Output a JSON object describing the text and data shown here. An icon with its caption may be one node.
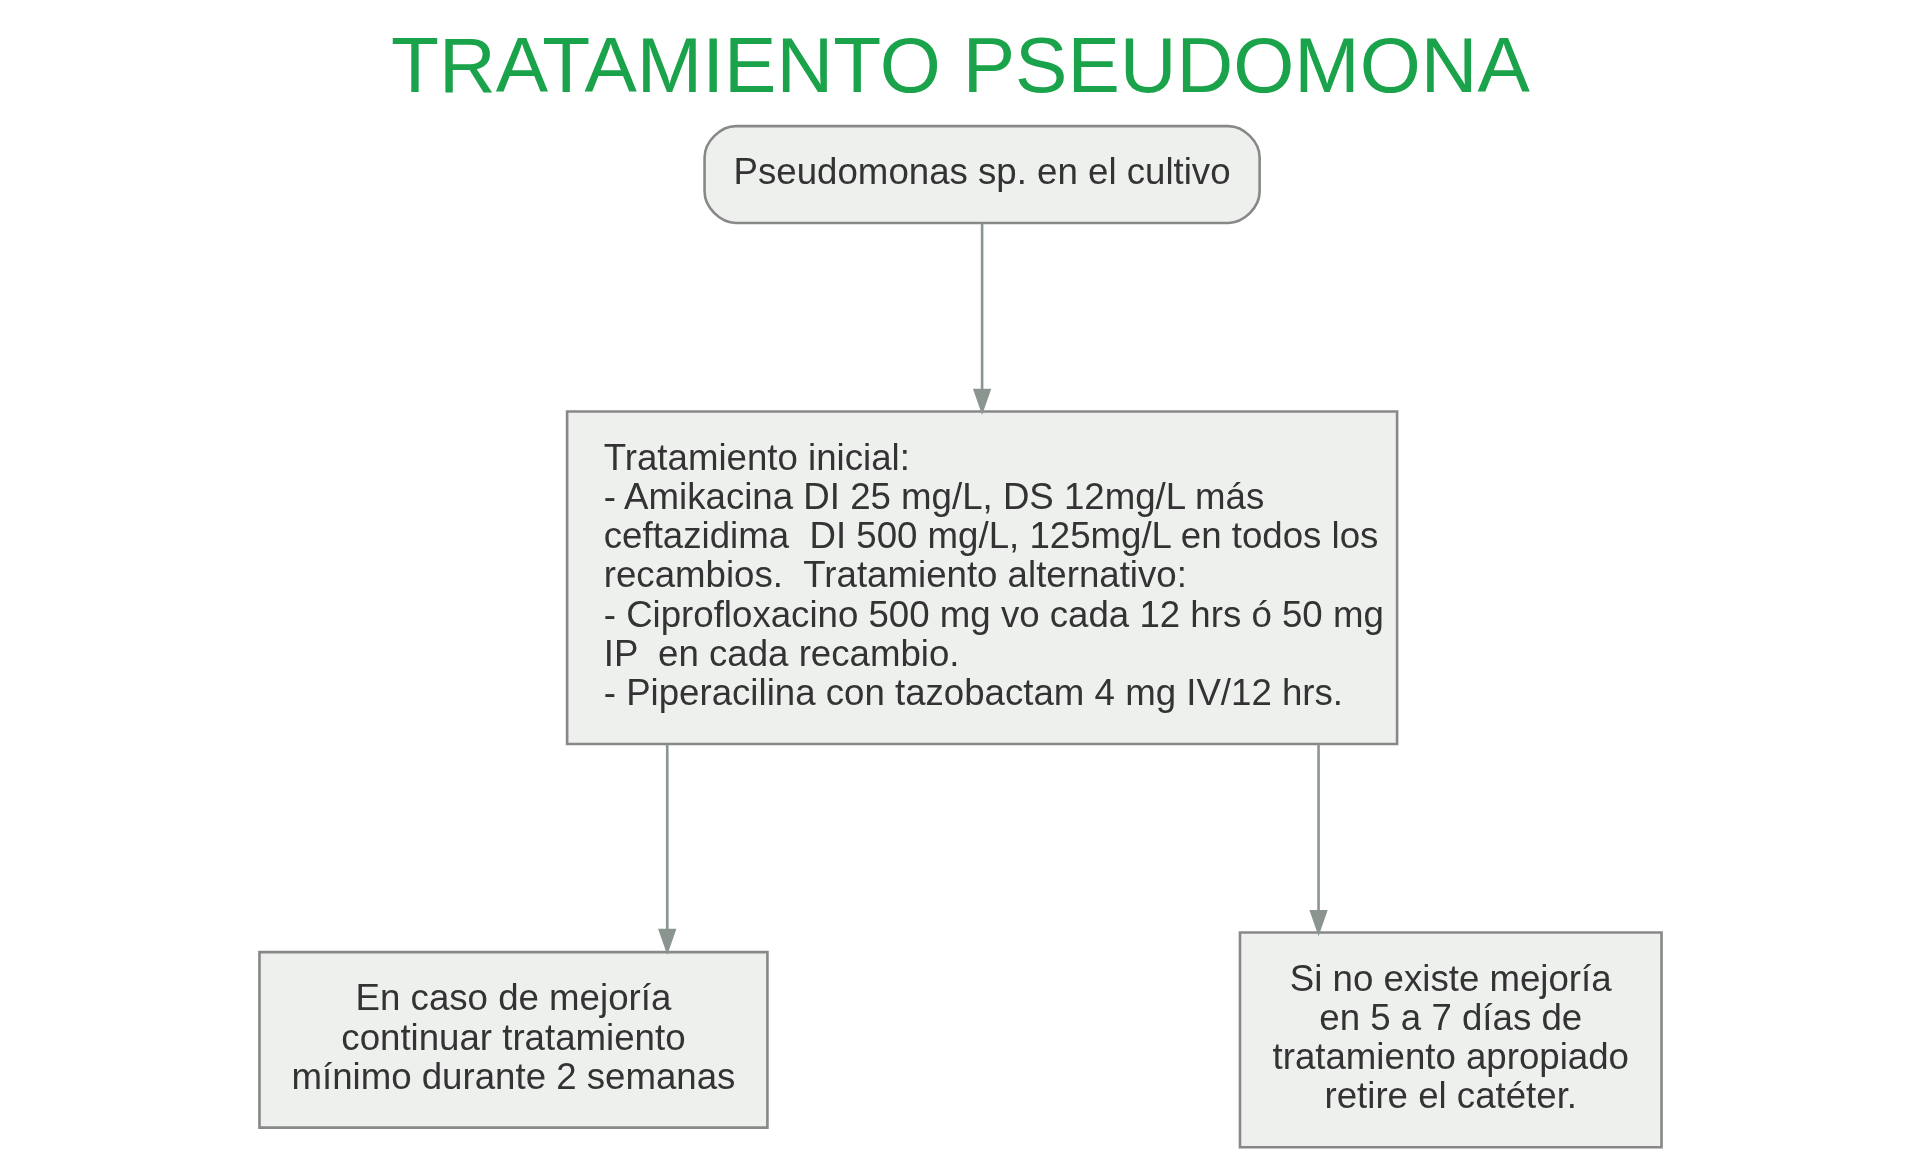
{
  "diagram": {
    "title": "TRATAMIENTO PSEUDOMONA",
    "nodes": [
      {
        "text": [
          "Pseudomonas sp. en el cultivo"
        ]
      },
      {
        "text": [
          "Tratamiento inicial: - Amikacina DI 25 mg/L, DS 12mg/L más ceftazidima  DI 500 mg/L, 125mg/L en todos los recambios.  Tratamiento alternativo: - Ciprofloxacino 500 mg vo cada 12 hrs ó 50 mg IP  en cada recambio. - Piperacilina con tazobactam 4 mg IV/12 hrs."
        ]
      },
      {
        "text": [
          "En caso de mejoría continuar tratamiento mínimo durante 2 semanas"
        ]
      },
      {
        "text": [
          "Si no existe mejoría en 5 a 7 días de tratamiento apropiado retire el catéter."
        ]
      }
    ],
    "edges": [
      {
        "from": 0,
        "to": 1,
        "arrow": "to"
      },
      {
        "from": 1,
        "to": 2,
        "arrow": "to"
      },
      {
        "from": 1,
        "to": 3,
        "arrow": "to"
      }
    ]
  }
}
